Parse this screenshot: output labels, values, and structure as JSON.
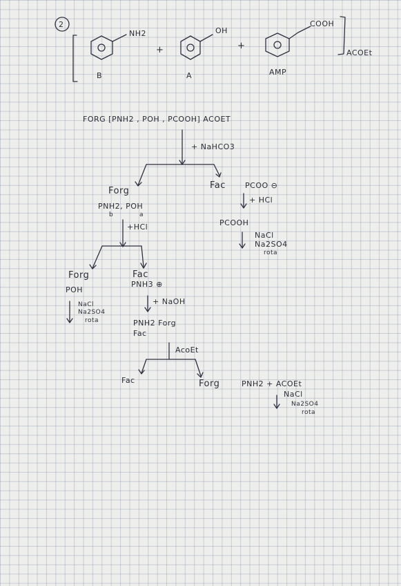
{
  "header": {
    "number": "2"
  },
  "reagents": {
    "b": {
      "group": "NH2",
      "label": "B",
      "ring": "O"
    },
    "a": {
      "group": "OH",
      "label": "A",
      "ring": "O"
    },
    "amp": {
      "group": "COOH",
      "label": "AMP",
      "ring": "O"
    },
    "plus": "+",
    "solvent": "ACOEt"
  },
  "forg_line": "FORG [PNH2 , POH , PCOOH] ACOET",
  "step1": {
    "reagent": "+ NaHCO3",
    "left": {
      "phase": "Forg",
      "contents": "PNH2, POH",
      "sub_b": "b",
      "sub_a": "a"
    },
    "right": {
      "phase": "Fac",
      "species": "PCOO ⊖"
    }
  },
  "right_branch": {
    "reagent": "+ HCl",
    "product": "PCOOH",
    "workup": [
      "NaCl",
      "Na2SO4",
      "rota"
    ]
  },
  "step2": {
    "reagent": "+HCl",
    "left": {
      "phase": "Forg",
      "species": "POH",
      "workup": [
        "NaCl",
        "Na2SO4",
        "rota"
      ]
    },
    "right": {
      "phase": "Fac",
      "species": "PNH3 ⊕"
    }
  },
  "step3": {
    "reagent": "+ NaOH",
    "line1": "PNH2  Forg",
    "line2": "Fac"
  },
  "step4": {
    "reagent": "AcoEt",
    "left": "Fac",
    "right_phase": "Forg",
    "right_species": "PNH2 + ACOEt",
    "workup": [
      "NaCl",
      "Na2SO4",
      "rota"
    ]
  }
}
